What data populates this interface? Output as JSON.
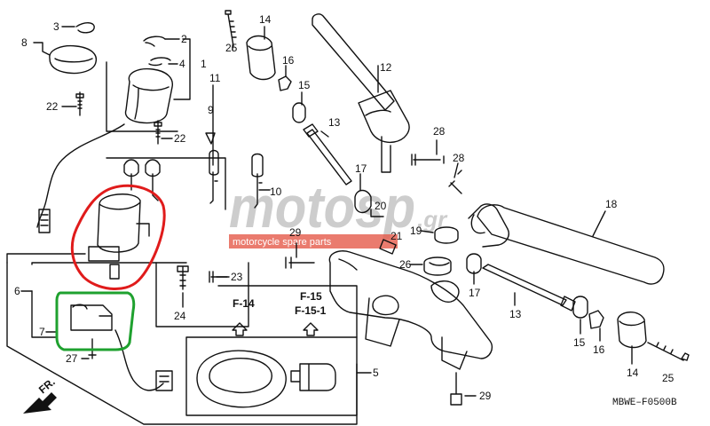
{
  "colors": {
    "ink": "#111111",
    "watermark": "#b9b9b9",
    "watermark_red": "#e34b3b",
    "highlight_red": "#e01b1b",
    "highlight_green": "#1fa12f"
  },
  "watermark": {
    "logo": "motosp",
    "logo_suffix": ".gr",
    "tagline": "motorcycle spare parts"
  },
  "diagram_code": "MBWE–F0500B",
  "direction_label": "FR.",
  "section_refs": [
    "F-14",
    "F-15",
    "F-15-1"
  ],
  "part_labels": [
    "1",
    "2",
    "3",
    "4",
    "5",
    "6",
    "7",
    "8",
    "9",
    "10",
    "11",
    "12",
    "13",
    "14",
    "15",
    "16",
    "17",
    "18",
    "19",
    "20",
    "21",
    "22",
    "23",
    "24",
    "25",
    "26",
    "27",
    "28",
    "29"
  ],
  "highlights": [
    {
      "name": "ignition-switch-assembly",
      "color": "red"
    },
    {
      "name": "seat-lock-assembly",
      "color": "green"
    }
  ]
}
